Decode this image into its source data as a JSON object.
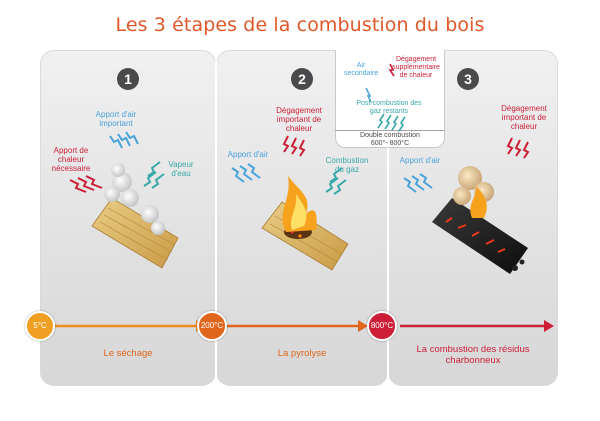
{
  "title": "Les 3 étapes de la combustion du bois",
  "colors": {
    "title": "#e2572a",
    "air": "#4aa3db",
    "heat": "#cc1f36",
    "vapour": "#3aa8a8",
    "stage1": "#ef8a1e",
    "stage2": "#e0661e",
    "stage3": "#cc1f36"
  },
  "stages": [
    {
      "number": "1",
      "temperature": "5°C",
      "name": "Le séchage",
      "labels": {
        "air": "Apport d'air important",
        "heat": "Apport de chaleur nécessaire",
        "vapour": "Vapeur d'eau"
      }
    },
    {
      "number": "2",
      "temperature": "200°C",
      "name": "La pyrolyse",
      "labels": {
        "air": "Apport d'air",
        "heat": "Dégagement important de chaleur",
        "gas": "Combustion du gaz"
      }
    },
    {
      "number": "3",
      "temperature": "800°C",
      "name": "La combustion des résidus charbonneux",
      "labels": {
        "air": "Apport d'air",
        "heat": "Dégagement important de chaleur"
      }
    }
  ],
  "double_combustion": {
    "secondary_air": "Air secondaire",
    "extra_heat": "Dégagement supplémentaire de chaleur",
    "post_combustion": "Post-combustion des gaz restants",
    "title": "Double combustion",
    "range": "600°- 800°C"
  }
}
